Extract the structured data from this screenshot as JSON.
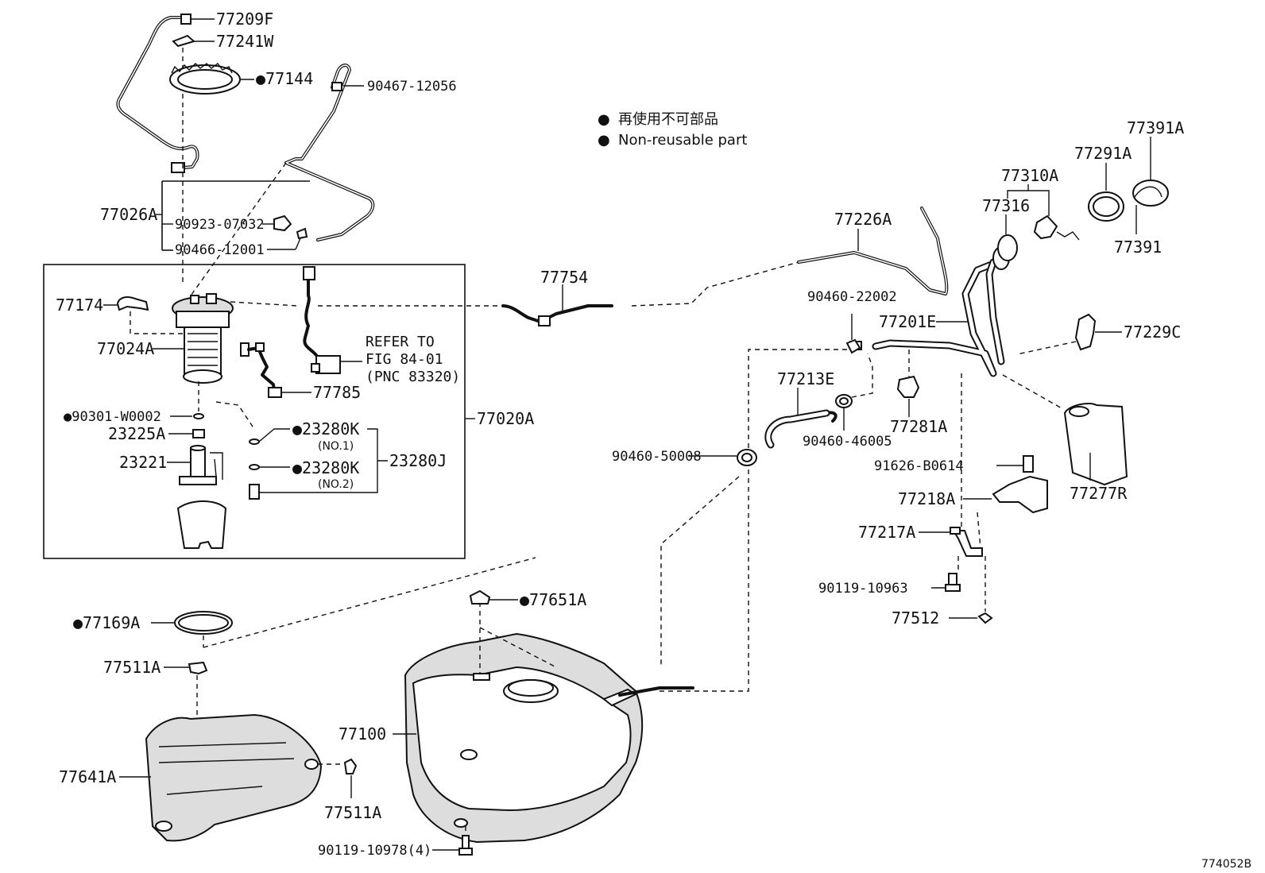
{
  "legend": {
    "bullet": "●",
    "jp": "再使用不可部品",
    "en": "Non-reusable part"
  },
  "labels": {
    "p77209F": "77209F",
    "p77241W": "77241W",
    "p77144": "●77144",
    "p90467": "90467-12056",
    "p77026A": "77026A",
    "p90923": "90923-07032",
    "p90466": "90466-12001",
    "p77174": "77174",
    "p77024A": "77024A",
    "p90301": "●90301-W0002",
    "p23225A": "23225A",
    "p23221": "23221",
    "p23280K1": "●23280K",
    "p23280K1sub": "(NO.1)",
    "p23280K2": "●23280K",
    "p23280K2sub": "(NO.2)",
    "p23280J": "23280J",
    "p77020A": "77020A",
    "p77785": "77785",
    "refer1": "REFER TO",
    "refer2": "FIG 84-01",
    "refer3": "(PNC 83320)",
    "p77754": "77754",
    "p77226A": "77226A",
    "p90460_22002": "90460-22002",
    "p77201E": "77201E",
    "p77213E": "77213E",
    "p90460_46005": "90460-46005",
    "p77281A": "77281A",
    "p90460_50008": "90460-50008",
    "p77310A": "77310A",
    "p77316": "77316",
    "p77291A": "77291A",
    "p77391A": "77391A",
    "p77391": "77391",
    "p77229C": "77229C",
    "p77277R": "77277R",
    "p91626": "91626-B0614",
    "p77218A": "77218A",
    "p77217A": "77217A",
    "p90119_10963": "90119-10963",
    "p77512": "77512",
    "p77651A": "●77651A",
    "p77169A": "●77169A",
    "p77511A_top": "77511A",
    "p77100": "77100",
    "p77641A": "77641A",
    "p77511A_bot": "77511A",
    "p90119_10978": "90119-10978(4)",
    "figure_id": "774052B"
  }
}
